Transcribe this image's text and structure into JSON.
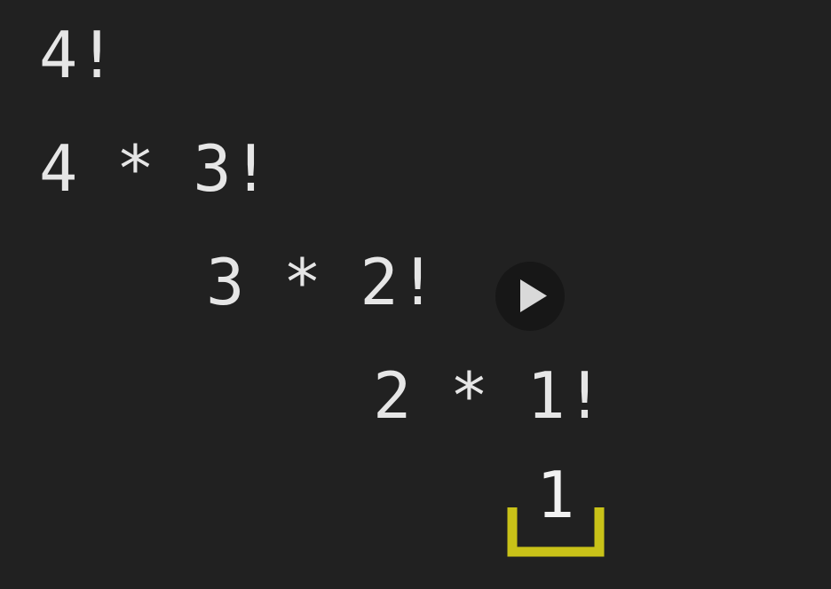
{
  "lines": [
    "4!",
    "4 * 3!",
    "3 * 2!",
    "2 * 1!"
  ],
  "base_case": {
    "value": "1"
  },
  "icons": {
    "play": "play-icon",
    "bracket": "bracket-icon"
  },
  "colors": {
    "background": "#212121",
    "text": "#e6e6e6",
    "bracket": "#c9c218",
    "play_button": "#171717",
    "play_triangle": "#d9d9d9"
  }
}
